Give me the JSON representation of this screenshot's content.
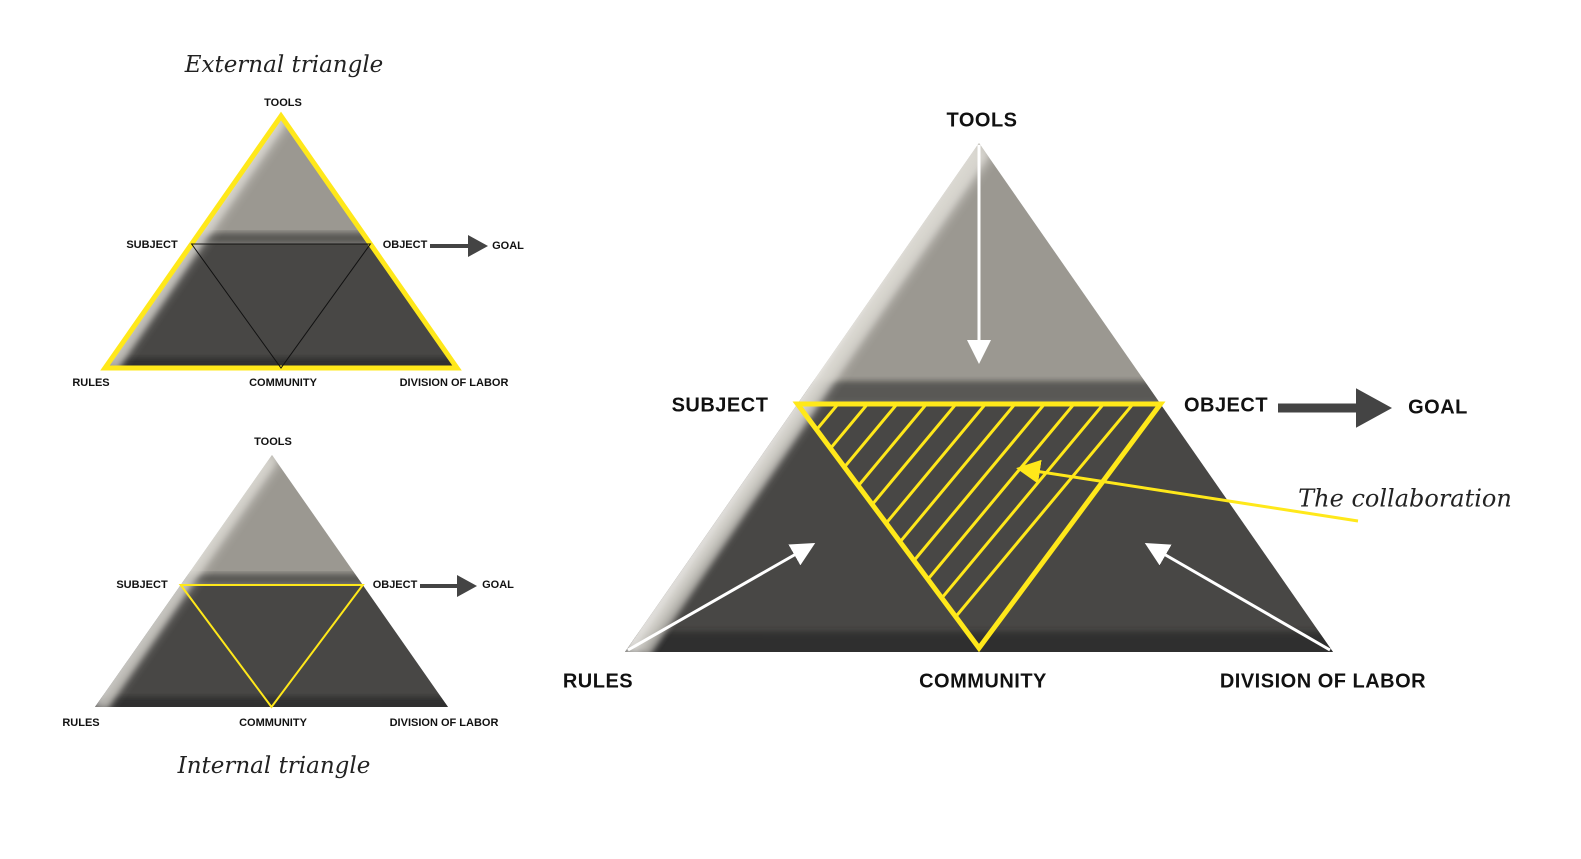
{
  "colors": {
    "top": "#9b9891",
    "bottom": "#484745",
    "yellow": "#ffe81a",
    "arrow_dark": "#444444",
    "white": "#ffffff"
  },
  "external": {
    "title": "External triangle",
    "labels": {
      "tools": "TOOLS",
      "subject": "SUBJECT",
      "object": "OBJECT",
      "goal": "GOAL",
      "rules": "RULES",
      "community": "COMMUNITY",
      "division": "DIVISION OF LABOR"
    }
  },
  "internal": {
    "title": "Internal triangle",
    "labels": {
      "tools": "TOOLS",
      "subject": "SUBJECT",
      "object": "OBJECT",
      "goal": "GOAL",
      "rules": "RULES",
      "community": "COMMUNITY",
      "division": "DIVISION OF LABOR"
    }
  },
  "main": {
    "labels": {
      "tools": "TOOLS",
      "subject": "SUBJECT",
      "object": "OBJECT",
      "goal": "GOAL",
      "rules": "RULES",
      "community": "COMMUNITY",
      "division": "DIVISION OF LABOR"
    },
    "annotation": "The collaboration"
  }
}
